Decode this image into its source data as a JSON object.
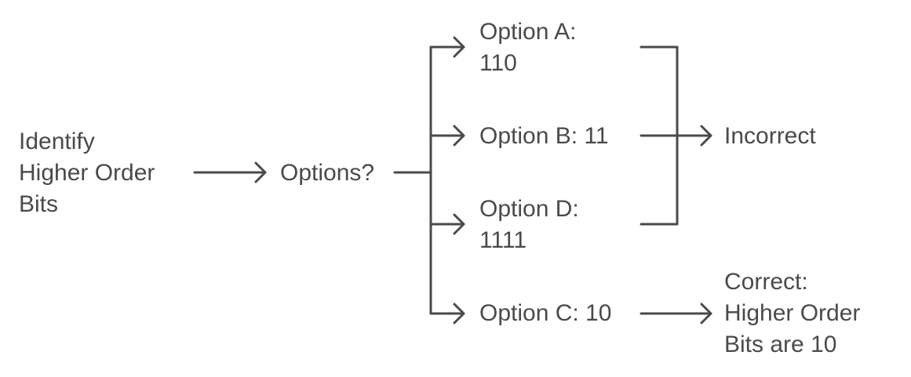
{
  "diagram": {
    "nodes": {
      "identify": "Identify\nHigher Order\nBits",
      "options": "Options?",
      "option_a": "Option A:\n110",
      "option_b": "Option B: 11",
      "option_d": "Option D:\n1111",
      "option_c": "Option C: 10",
      "incorrect": "Incorrect",
      "correct": "Correct:\nHigher Order\nBits are 10"
    },
    "edges": [
      {
        "from": "identify",
        "to": "options"
      },
      {
        "from": "options",
        "to": "option_a"
      },
      {
        "from": "options",
        "to": "option_b"
      },
      {
        "from": "options",
        "to": "option_d"
      },
      {
        "from": "options",
        "to": "option_c"
      },
      {
        "from": "option_a",
        "to": "incorrect"
      },
      {
        "from": "option_b",
        "to": "incorrect"
      },
      {
        "from": "option_d",
        "to": "incorrect"
      },
      {
        "from": "option_c",
        "to": "correct"
      }
    ],
    "colors": {
      "text": "#4a4a4a",
      "line": "#4a4a4a",
      "background": "#ffffff"
    }
  }
}
